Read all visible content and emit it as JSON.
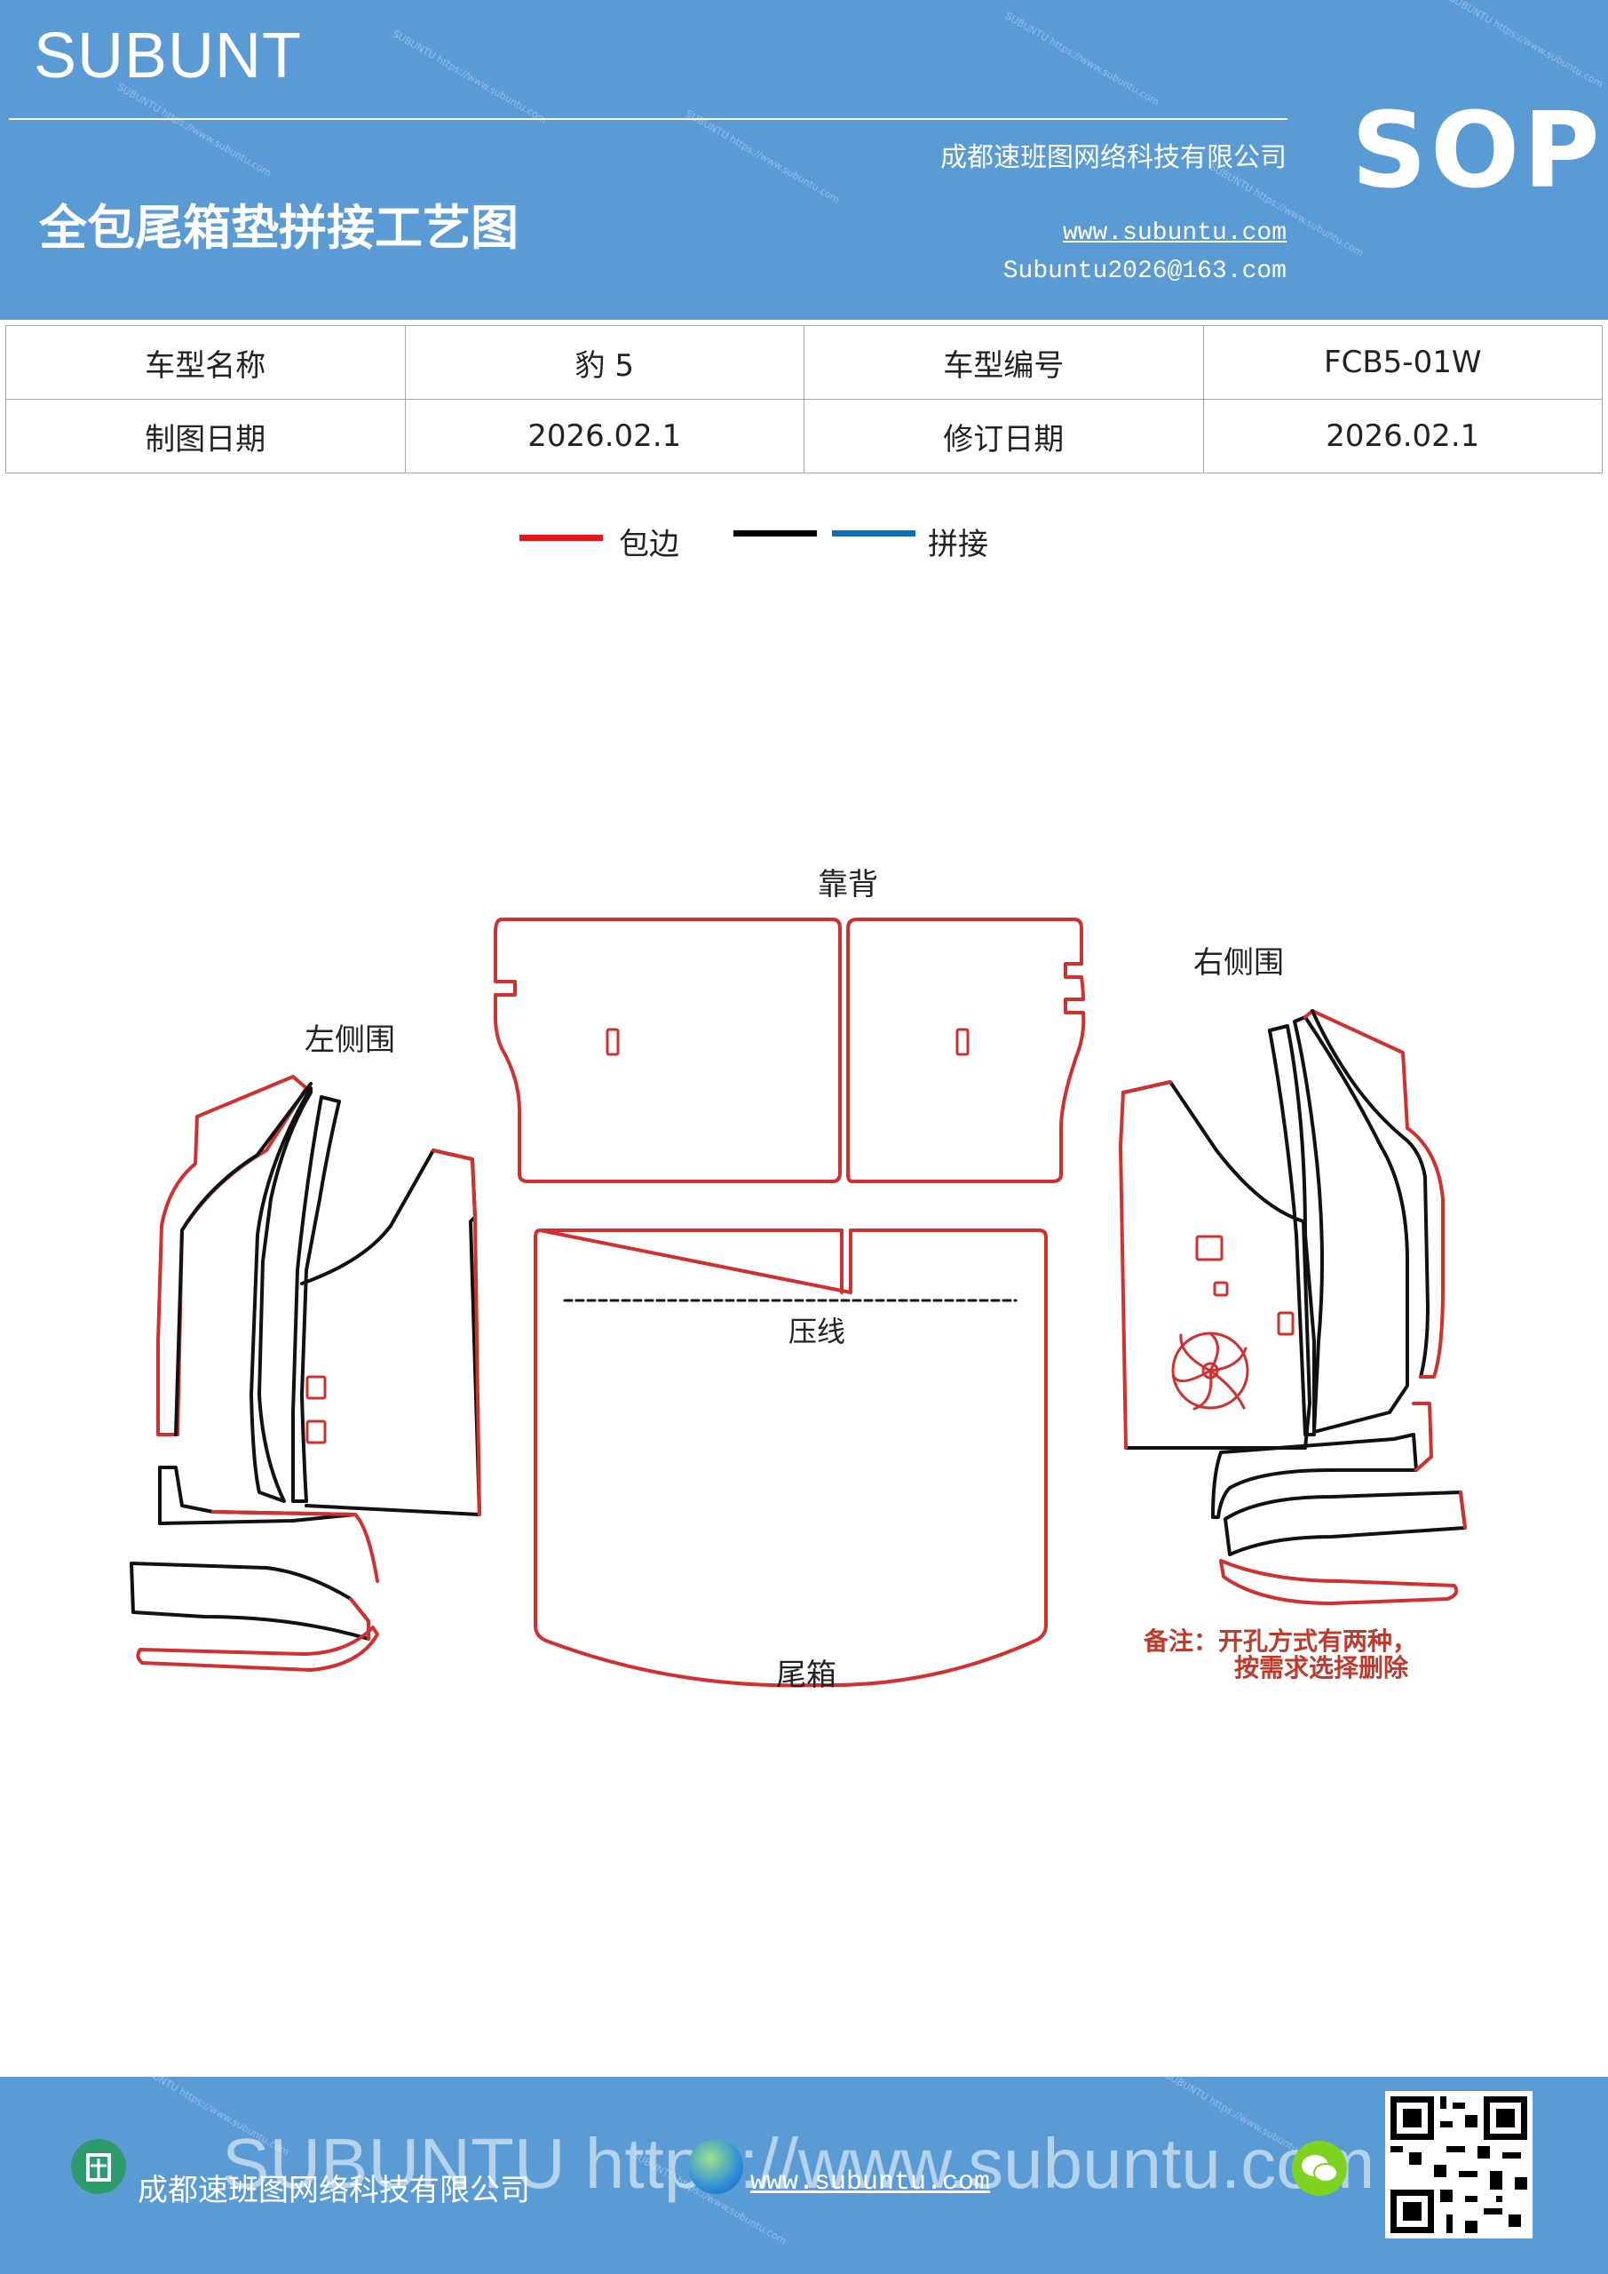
{
  "header": {
    "brand": "SUBUNT",
    "title": "全包尾箱垫拼接工艺图",
    "company": "成都速班图网络科技有限公司",
    "website": "www.subuntu.com",
    "email": "Subuntu2026@163.com",
    "badge": "SOP"
  },
  "info_table": {
    "rows": [
      [
        "车型名称",
        "豹 5",
        "车型编号",
        "FCB5-01W"
      ],
      [
        "制图日期",
        "2026.02.1",
        "修订日期",
        "2026.02.1"
      ]
    ]
  },
  "legend": {
    "items": [
      {
        "label": "包边",
        "color": "#e8141c"
      },
      {
        "label": "",
        "color": "#000000"
      },
      {
        "label": "拼接",
        "color": "#0070c0"
      }
    ]
  },
  "diagram": {
    "labels": {
      "backrest": "靠背",
      "left_side": "左侧围",
      "right_side": "右侧围",
      "trunk": "尾箱",
      "press_line": "压线"
    },
    "note_line1": "备注：开孔方式有两种，",
    "note_line2": "按需求选择删除",
    "colors": {
      "edge": "#d42f2f",
      "seam": "#111111",
      "note": "#c0392b"
    }
  },
  "footer": {
    "company": "成都速班图网络科技有限公司",
    "website": "www.subuntu.com",
    "watermark": "SUBUNTU https://www.subuntu.com"
  },
  "icons": [
    "building-icon",
    "globe-icon",
    "wechat-icon",
    "qr-code"
  ]
}
